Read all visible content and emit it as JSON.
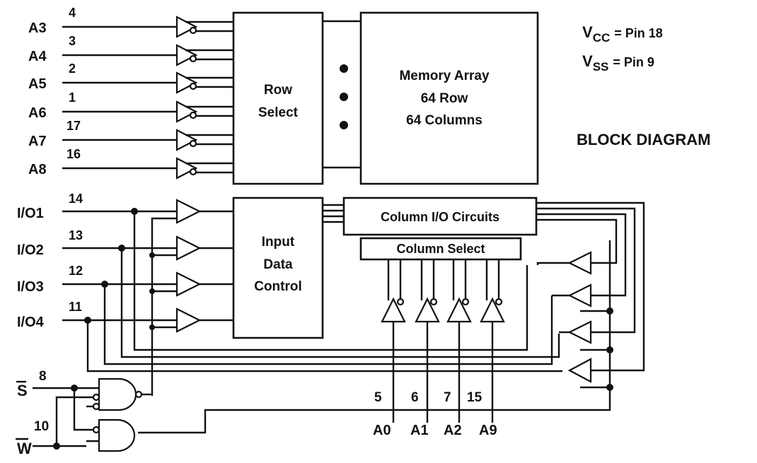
{
  "power": {
    "vcc_label": "V",
    "vcc_sub": "CC",
    "vcc_value": "= Pin 18",
    "vss_label": "V",
    "vss_sub": "SS",
    "vss_value": "= Pin 9"
  },
  "heading": "BLOCK DIAGRAM",
  "row_select": {
    "line1": "Row",
    "line2": "Select"
  },
  "memory_array": {
    "line1": "Memory Array",
    "line2": "64 Row",
    "line3": "64 Columns"
  },
  "input_control": {
    "line1": "Input",
    "line2": "Data",
    "line3": "Control"
  },
  "column_io": "Column I/O Circuits",
  "column_select": "Column Select",
  "address_rows": [
    {
      "name": "A3",
      "pin": "4"
    },
    {
      "name": "A4",
      "pin": "3"
    },
    {
      "name": "A5",
      "pin": "2"
    },
    {
      "name": "A6",
      "pin": "1"
    },
    {
      "name": "A7",
      "pin": "17"
    },
    {
      "name": "A8",
      "pin": "16"
    }
  ],
  "io_rows": [
    {
      "name": "I/O1",
      "pin": "14"
    },
    {
      "name": "I/O2",
      "pin": "13"
    },
    {
      "name": "I/O3",
      "pin": "12"
    },
    {
      "name": "I/O4",
      "pin": "11"
    }
  ],
  "column_addresses": [
    {
      "name": "A0",
      "pin": "5"
    },
    {
      "name": "A1",
      "pin": "6"
    },
    {
      "name": "A2",
      "pin": "7"
    },
    {
      "name": "A9",
      "pin": "15"
    }
  ],
  "control": {
    "s_label": "S",
    "s_pin": "8",
    "w_label": "W",
    "w_pin": "10"
  }
}
